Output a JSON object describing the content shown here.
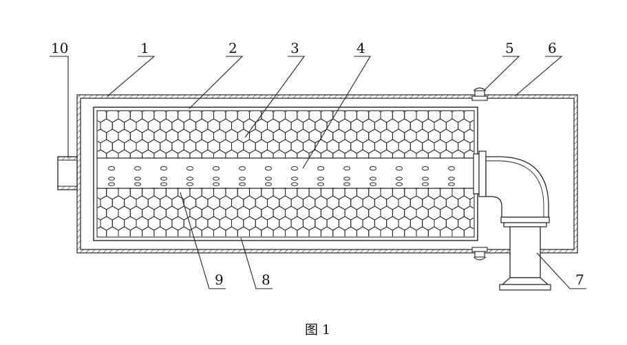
{
  "figure": {
    "caption": "图 1",
    "callouts": [
      {
        "id": "10",
        "text": "10"
      },
      {
        "id": "1",
        "text": "1"
      },
      {
        "id": "2",
        "text": "2"
      },
      {
        "id": "3",
        "text": "3"
      },
      {
        "id": "4",
        "text": "4"
      },
      {
        "id": "5",
        "text": "5"
      },
      {
        "id": "6",
        "text": "6"
      },
      {
        "id": "7",
        "text": "7"
      },
      {
        "id": "8",
        "text": "8"
      },
      {
        "id": "9",
        "text": "9"
      }
    ]
  }
}
